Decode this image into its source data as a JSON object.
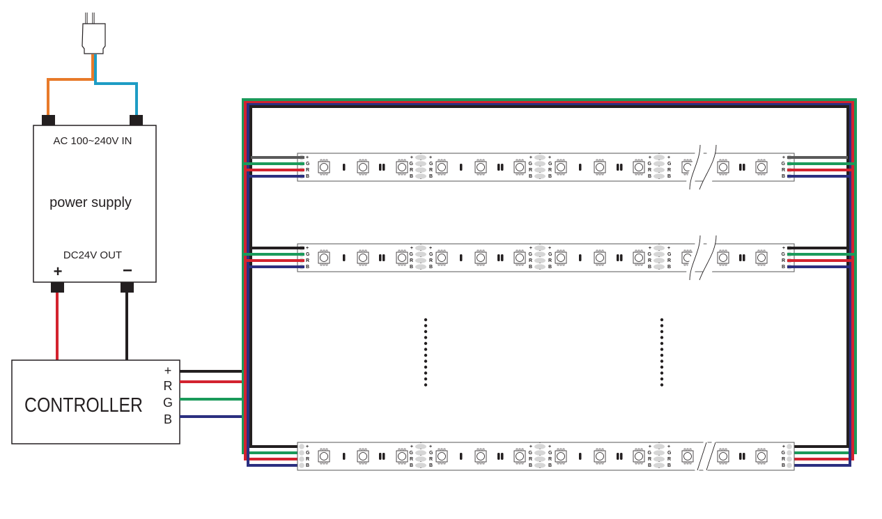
{
  "power_supply": {
    "input_label": "AC 100~240V IN",
    "title": "power supply",
    "output_label": "DC24V OUT",
    "plus": "+",
    "minus": "−"
  },
  "controller": {
    "title": "CONTROLLER",
    "terminals": [
      "+",
      "R",
      "G",
      "B"
    ]
  },
  "strip": {
    "pad_labels": [
      "+",
      "G",
      "R",
      "B"
    ]
  },
  "colors": {
    "black": "#231f20",
    "green": "#1a9a5a",
    "red": "#d3232f",
    "blue": "#2b2f80",
    "grey": "#5a5a5a",
    "orange": "#e87a2a",
    "cyan": "#1e9cc4"
  }
}
